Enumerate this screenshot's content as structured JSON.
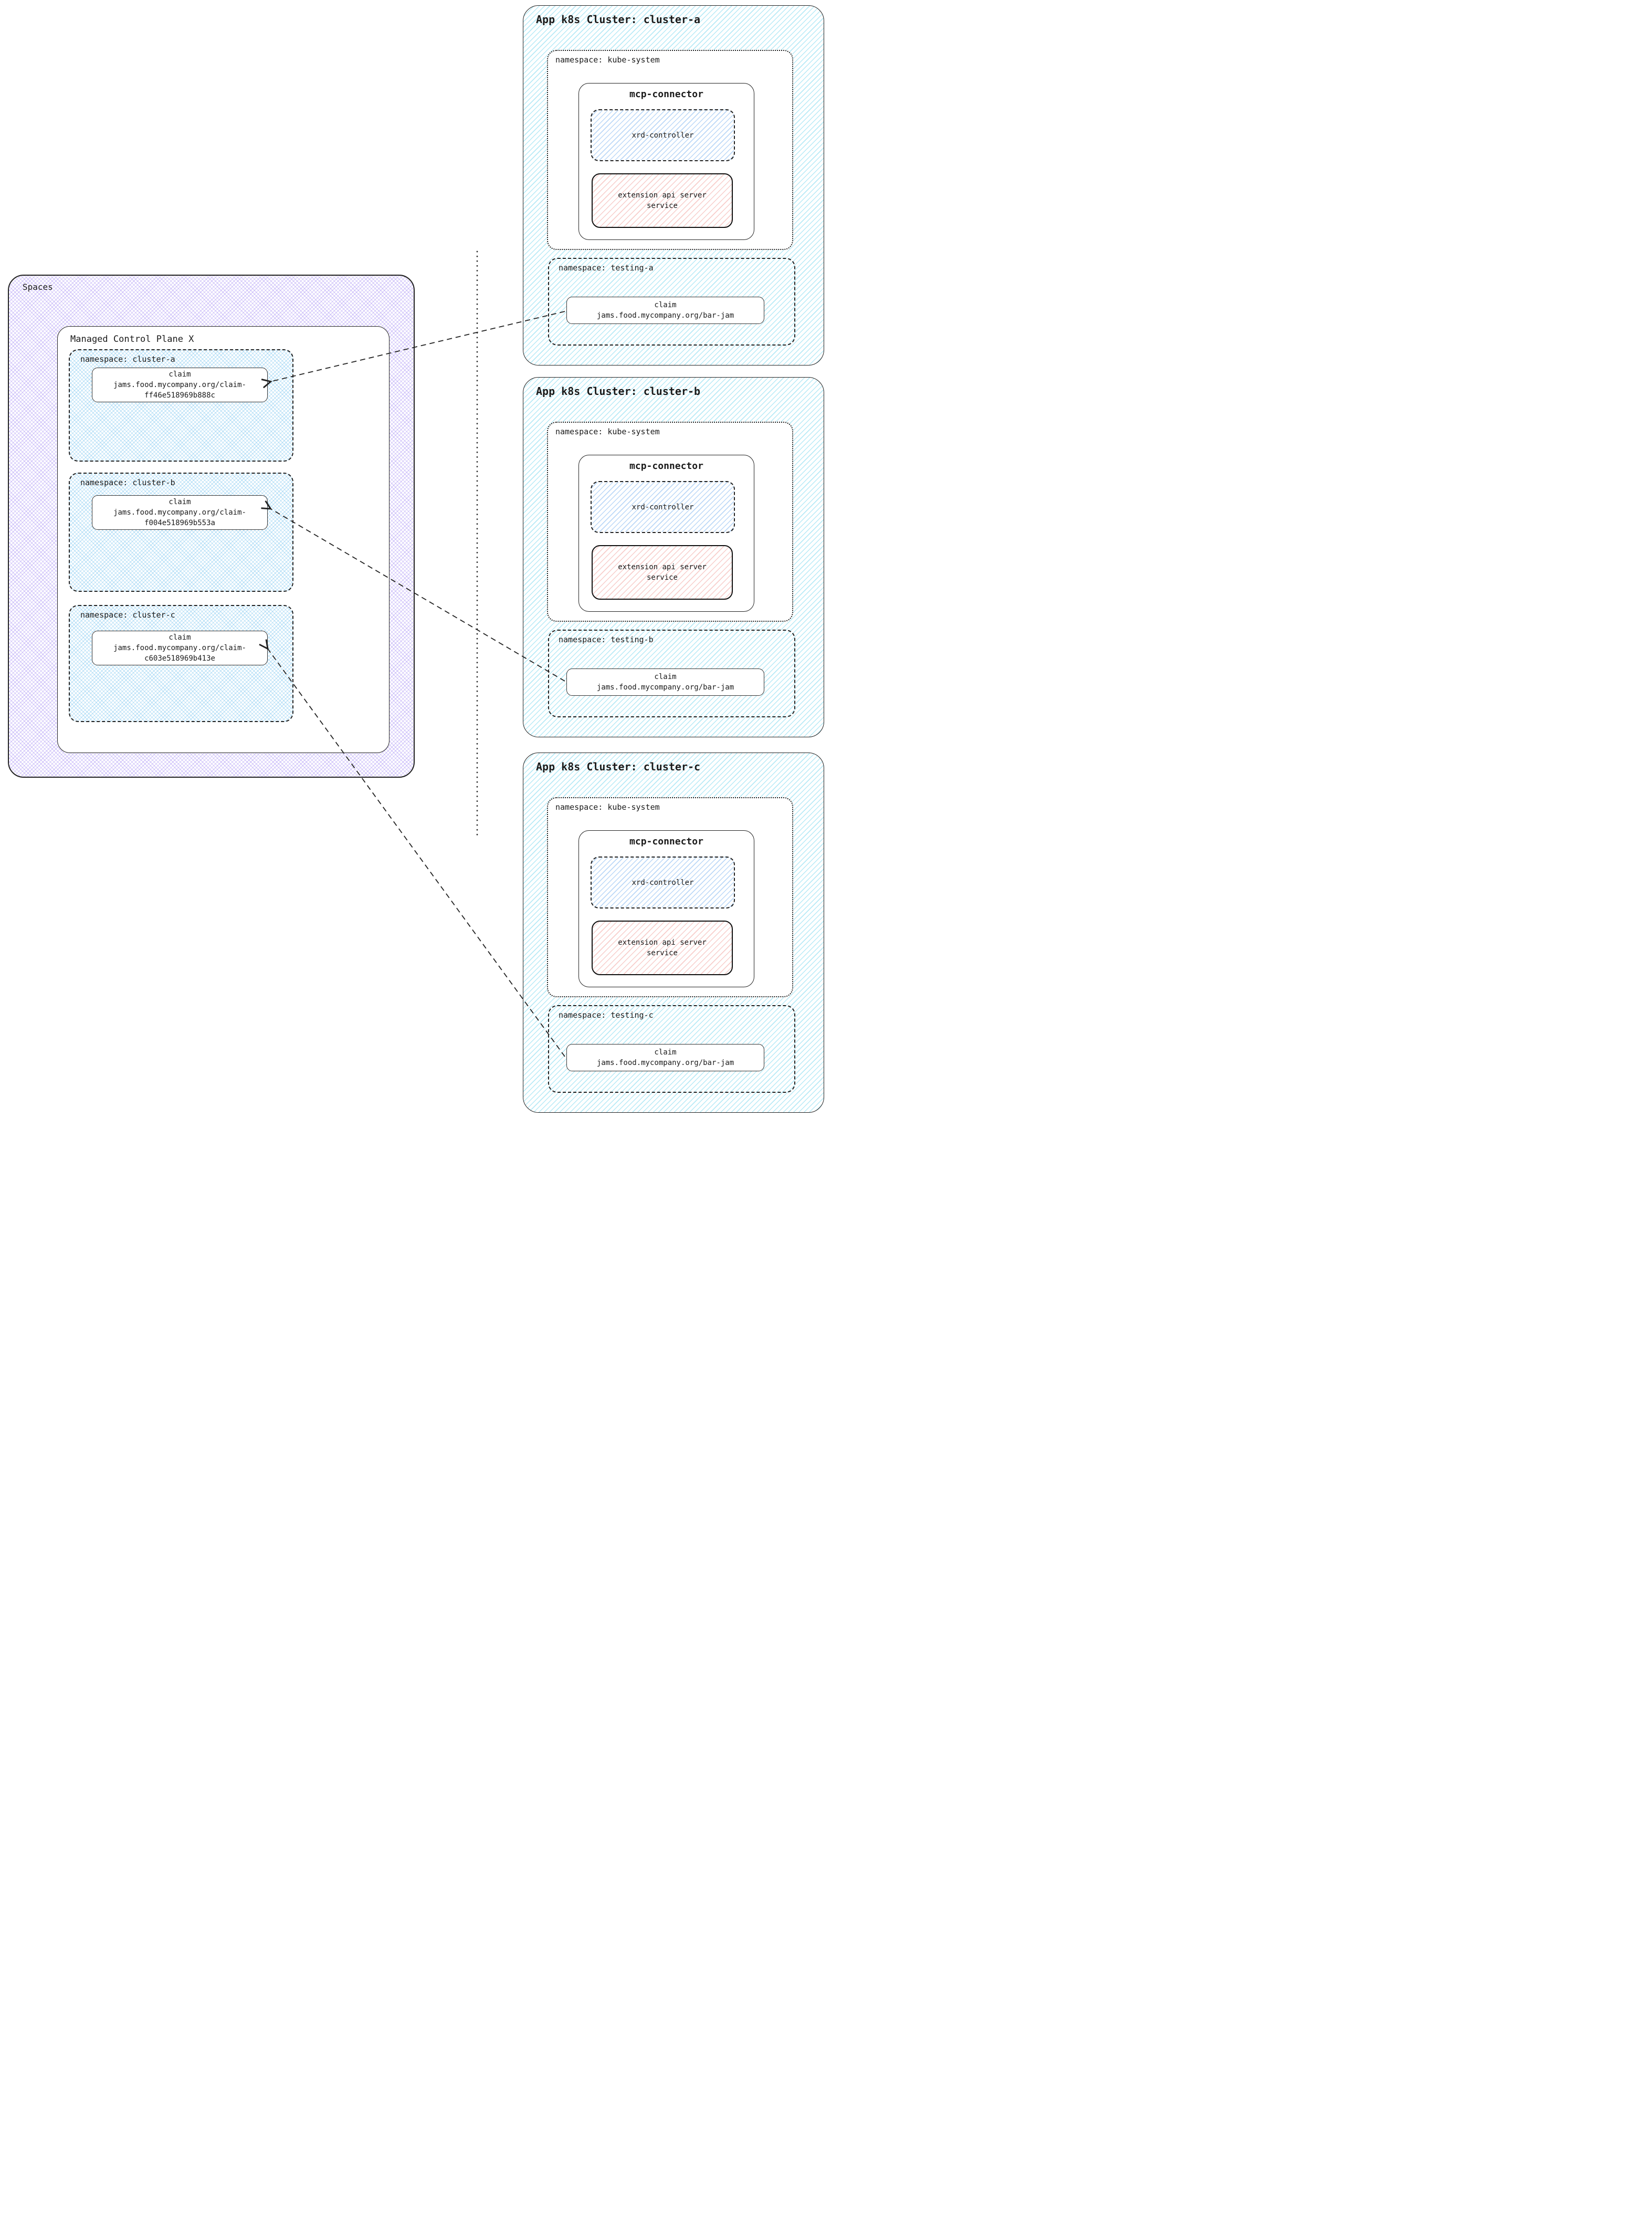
{
  "diagram": {
    "spaces": {
      "label": "Spaces",
      "control_plane": {
        "title": "Managed Control Plane X",
        "namespaces": [
          {
            "label": "namespace: cluster-a",
            "claim": {
              "kind": "claim",
              "name": "jams.food.mycompany.org/claim-\nff46e518969b888c"
            }
          },
          {
            "label": "namespace: cluster-b",
            "claim": {
              "kind": "claim",
              "name": "jams.food.mycompany.org/claim-\nf004e518969b553a"
            }
          },
          {
            "label": "namespace: cluster-c",
            "claim": {
              "kind": "claim",
              "name": "jams.food.mycompany.org/claim-\nc603e518969b413e"
            }
          }
        ]
      }
    },
    "clusters": [
      {
        "title": "App k8s Cluster: cluster-a",
        "kube_system": {
          "label": "namespace: kube-system",
          "mcp_connector": {
            "title": "mcp-connector",
            "xrd_controller": {
              "label": "xrd-controller"
            },
            "extension_api": {
              "label": "extension api server\nservice"
            }
          }
        },
        "testing": {
          "label": "namespace: testing-a",
          "claim": {
            "kind": "claim",
            "name": "jams.food.mycompany.org/bar-jam"
          }
        }
      },
      {
        "title": "App k8s Cluster: cluster-b",
        "kube_system": {
          "label": "namespace: kube-system",
          "mcp_connector": {
            "title": "mcp-connector",
            "xrd_controller": {
              "label": "xrd-controller"
            },
            "extension_api": {
              "label": "extension api server\nservice"
            }
          }
        },
        "testing": {
          "label": "namespace: testing-b",
          "claim": {
            "kind": "claim",
            "name": "jams.food.mycompany.org/bar-jam"
          }
        }
      },
      {
        "title": "App k8s Cluster: cluster-c",
        "kube_system": {
          "label": "namespace: kube-system",
          "mcp_connector": {
            "title": "mcp-connector",
            "xrd_controller": {
              "label": "xrd-controller"
            },
            "extension_api": {
              "label": "extension api server\nservice"
            }
          }
        },
        "testing": {
          "label": "namespace: testing-c",
          "claim": {
            "kind": "claim",
            "name": "jams.food.mycompany.org/bar-jam"
          }
        }
      }
    ],
    "colors": {
      "cluster_hatch": "#7ed8ef",
      "namespace_hatch": "#7cc6f0",
      "spaces_hatch": "#a48cf4",
      "xrd_hatch": "#90bef2",
      "extension_hatch": "#f2a5a0",
      "line": "#222222"
    }
  }
}
